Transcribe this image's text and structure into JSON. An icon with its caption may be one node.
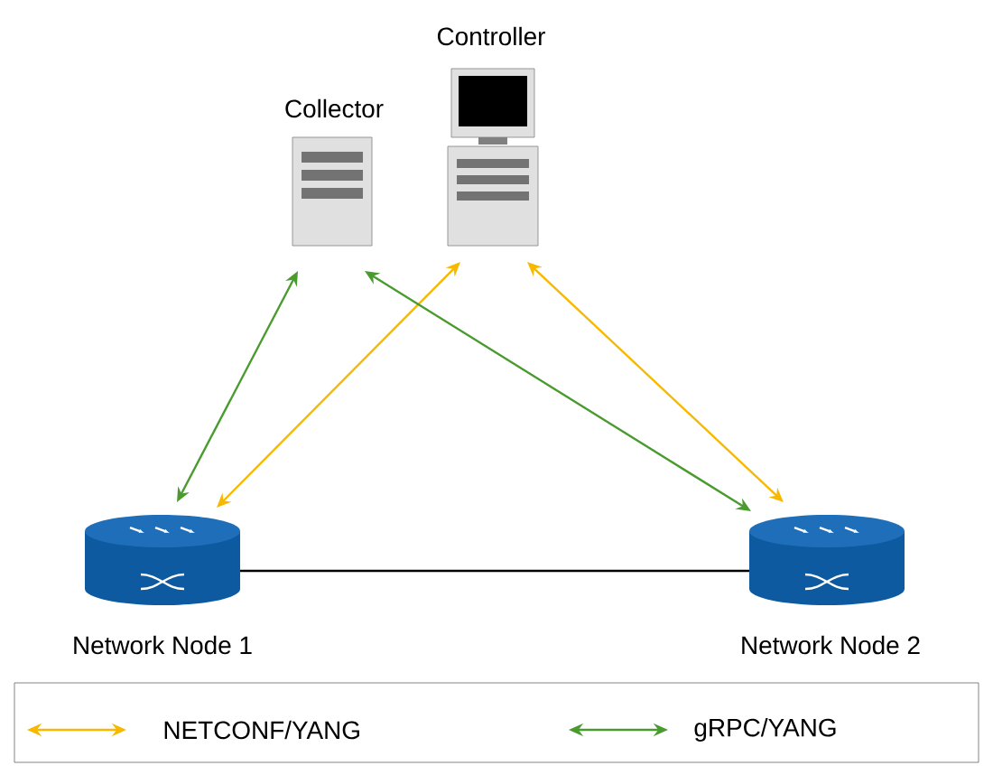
{
  "diagram": {
    "nodes": [
      {
        "text": [
          "Collector"
        ]
      },
      {
        "text": [
          "Controller"
        ]
      },
      {
        "text": [
          "Network Node 1"
        ]
      },
      {
        "text": [
          "Network Node 2"
        ]
      }
    ],
    "edges": [
      {
        "from": 2,
        "to": 0,
        "arrow": "both",
        "color": "#4a9b2f"
      },
      {
        "from": 2,
        "to": 1,
        "arrow": "both",
        "color": "#f7b900"
      },
      {
        "from": 0,
        "to": 3,
        "arrow": "both",
        "color": "#4a9b2f"
      },
      {
        "from": 1,
        "to": 3,
        "arrow": "both",
        "color": "#f7b900"
      },
      {
        "from": 2,
        "to": 3,
        "arrow": "none",
        "color": "#000000"
      }
    ],
    "legend": [
      {
        "text": "NETCONF/YANG"
      },
      {
        "text": "gRPC/YANG"
      }
    ]
  }
}
